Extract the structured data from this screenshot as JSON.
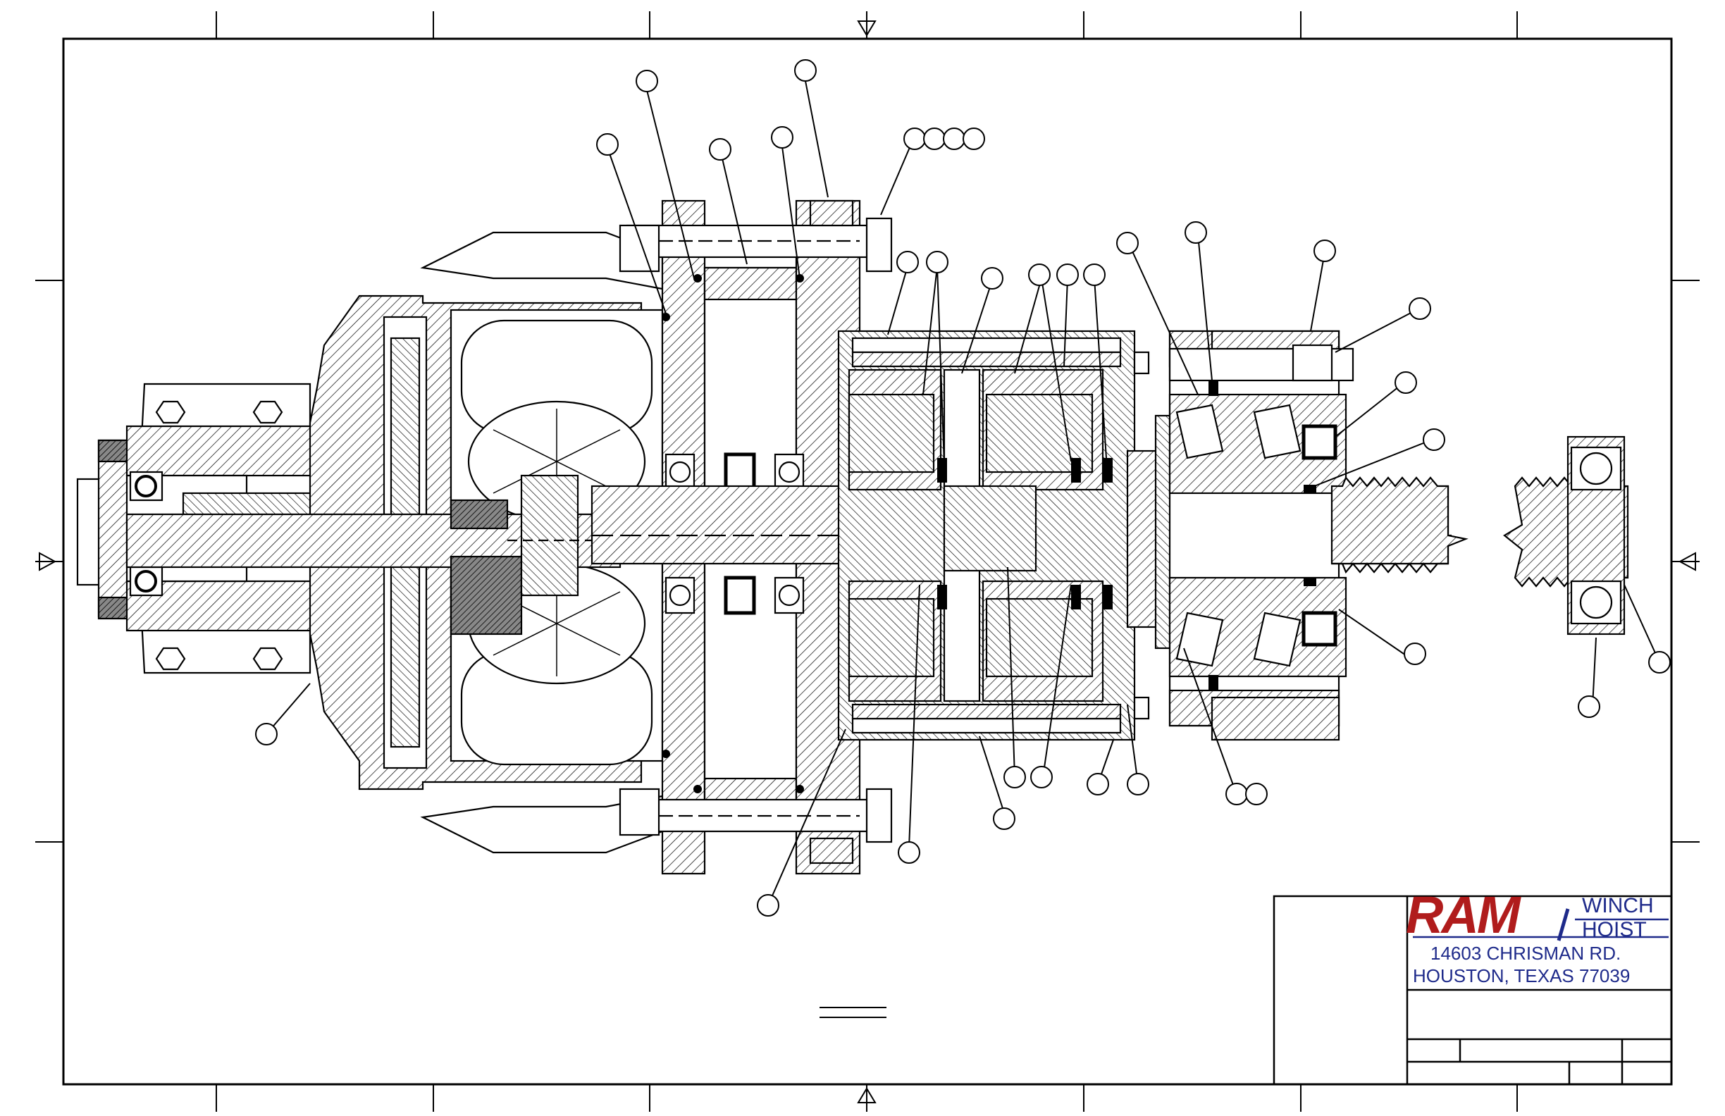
{
  "title_block": {
    "logo_text": "RAM",
    "logo_word_1": "WINCH",
    "logo_word_2": "HOIST",
    "address_line_1": "14603 CHRISMAN RD.",
    "address_line_2": "HOUSTON, TEXAS 77039"
  },
  "colors": {
    "logo_red": "#b01c1c",
    "logo_blue": "#1e2a8a",
    "line": "#000000",
    "seal_black": "#000000"
  },
  "balloons": {
    "count": 44,
    "labels_visible": false
  }
}
